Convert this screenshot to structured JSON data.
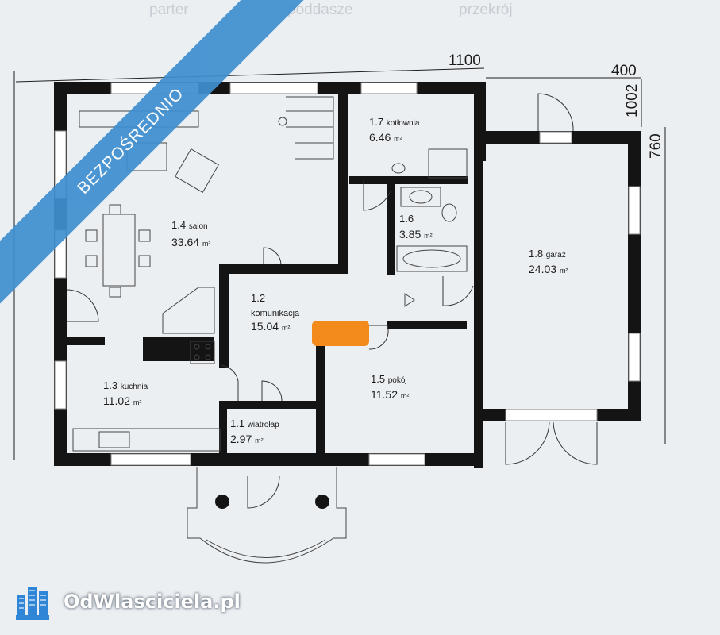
{
  "tabs": [
    "parter",
    "poddasze",
    "przekrój"
  ],
  "dimensions": {
    "width_main": "1100",
    "width_garage": "400",
    "height_1": "1002",
    "height_2": "760"
  },
  "rooms": [
    {
      "num": "1.1",
      "name": "wiatrołap",
      "area": "2.97",
      "unit": "m²"
    },
    {
      "num": "1.2",
      "name": "komunikacja",
      "area": "15.04",
      "unit": "m²"
    },
    {
      "num": "1.3",
      "name": "kuchnia",
      "area": "11.02",
      "unit": "m²"
    },
    {
      "num": "1.4",
      "name": "salon",
      "area": "33.64",
      "unit": "m²"
    },
    {
      "num": "1.5",
      "name": "pokój",
      "area": "11.52",
      "unit": "m²"
    },
    {
      "num": "1.6",
      "name": "",
      "area": "3.85",
      "unit": "m²"
    },
    {
      "num": "1.7",
      "name": "kotłownia",
      "area": "6.46",
      "unit": "m²"
    },
    {
      "num": "1.8",
      "name": "garaż",
      "area": "24.03",
      "unit": "m²"
    }
  ],
  "banner": "BEZPOŚREDNIO",
  "logo": "OdWlasciciela.pl",
  "colors": {
    "wall": "#141414",
    "banner": "#3f8fd0",
    "marker": "#f38b1c",
    "background": "#eceff2"
  }
}
